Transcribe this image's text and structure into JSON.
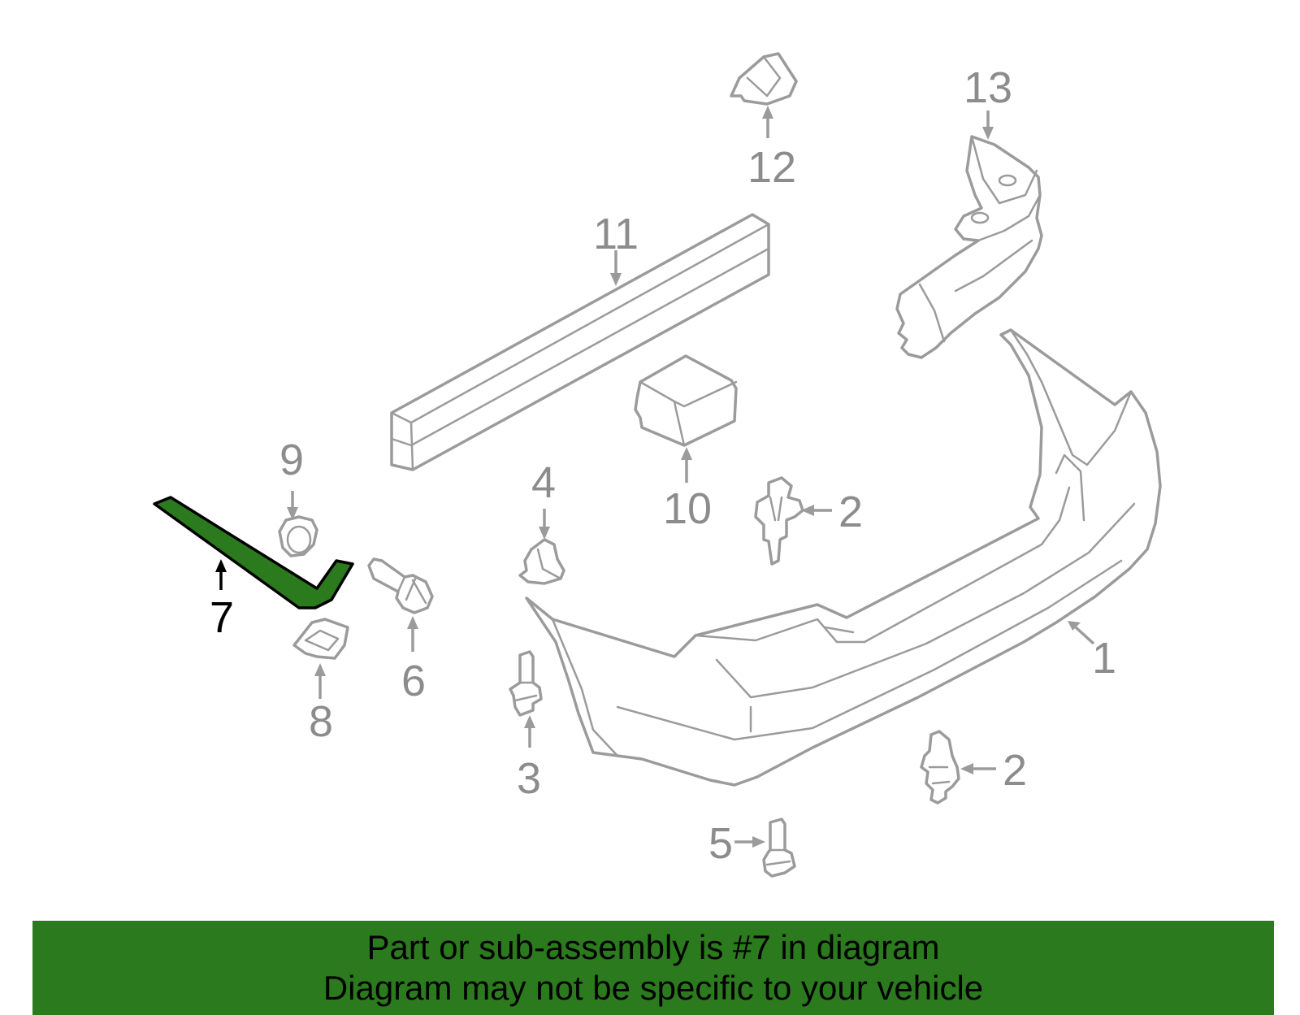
{
  "diagram": {
    "callouts": {
      "c1": "1",
      "c2a": "2",
      "c2b": "2",
      "c3": "3",
      "c4": "4",
      "c5": "5",
      "c6": "6",
      "c7": "7",
      "c8": "8",
      "c9": "9",
      "c10": "10",
      "c11": "11",
      "c12": "12",
      "c13": "13"
    },
    "highlighted_part": "7",
    "colors": {
      "highlight": "#2c7a1e",
      "line": "#9b9b9b",
      "label": "#8c8c8c"
    }
  },
  "banner": {
    "line1": "Part or sub-assembly is #7 in diagram",
    "line2": "Diagram may not be specific to your vehicle"
  }
}
